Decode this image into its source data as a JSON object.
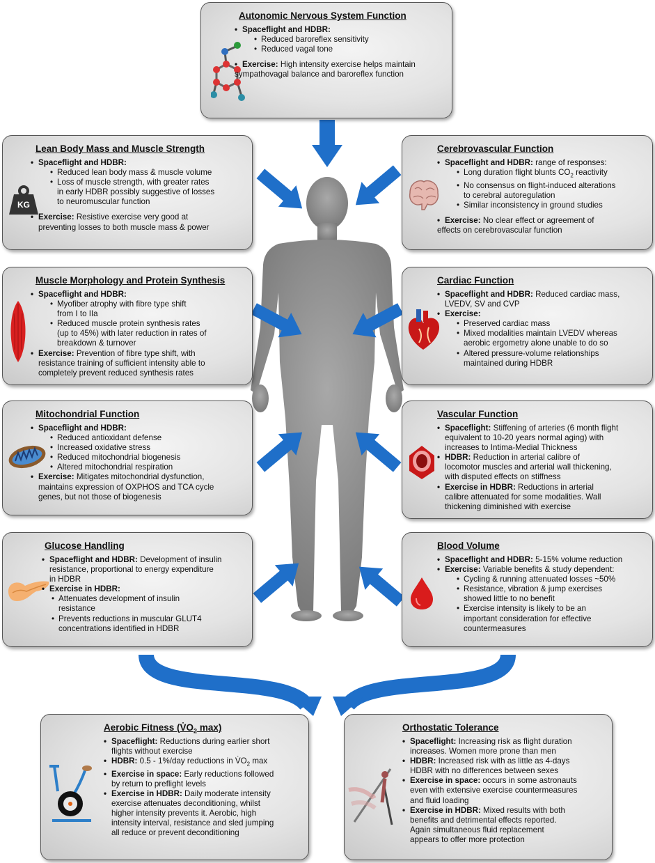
{
  "anf": {
    "title": "Autonomic Nervous System Function",
    "sf_label": "Spaceflight and HDBR:",
    "sf_items": [
      "Reduced baroreflex sensitivity",
      "Reduced vagal tone"
    ],
    "ex_label": "Exercise:",
    "ex_text_1": "High intensity exercise helps maintain",
    "ex_text_2": "sympathovagal balance and baroreflex function"
  },
  "lean": {
    "title": "Lean Body Mass and Muscle Strength",
    "icon_text": "KG",
    "sf_label": "Spaceflight and HDBR:",
    "sf_item_1": "Reduced lean body mass & muscle volume",
    "sf_item_2": [
      "Loss of muscle strength, with greater rates",
      "in early HDBR possibly suggestive of losses",
      "to neuromuscular function"
    ],
    "ex_label": "Exercise:",
    "ex_text_1": "Resistive exercise very good at",
    "ex_text_2": "preventing losses to both muscle mass & power"
  },
  "cerebro": {
    "title": "Cerebrovascular Function",
    "sf_label": "Spaceflight and HDBR:",
    "sf_text": "range of responses:",
    "item_1_a": "Long duration flight blunts CO",
    "item_1_sub": "2",
    "item_1_b": " reactivity",
    "item_2": [
      "No consensus on flight-induced alterations",
      "to cerebral autoregulation"
    ],
    "item_3": "Similar inconsistency in ground studies",
    "ex_label": "Exercise:",
    "ex_text_1": "No clear effect or agreement of",
    "ex_text_2": "effects on cerebrovascular function"
  },
  "morph": {
    "title": "Muscle Morphology and Protein Synthesis",
    "sf_label": "Spaceflight and HDBR:",
    "item_1": [
      "Myofiber atrophy with fibre type shift",
      "from I to IIa"
    ],
    "item_2": [
      "Reduced muscle protein synthesis rates",
      "(up to 45%) with later reduction in rates of",
      "breakdown & turnover"
    ],
    "ex_label": "Exercise:",
    "ex_text_1": "Prevention of fibre type shift, with",
    "ex_text_2": [
      "resistance training of sufficient intensity able to",
      "completely prevent reduced synthesis rates"
    ]
  },
  "cardiac": {
    "title": "Cardiac Function",
    "sf_label": "Spaceflight and HDBR:",
    "sf_text_1": "Reduced cardiac mass,",
    "sf_text_2": "LVEDV, SV and CVP",
    "ex_label": "Exercise:",
    "item_1": "Preserved cardiac mass",
    "item_2": [
      "Mixed modalities maintain LVEDV whereas",
      "aerobic ergometry alone unable to do so"
    ],
    "item_3": [
      "Altered pressure-volume relationships",
      "maintained during HDBR"
    ]
  },
  "mito": {
    "title": "Mitochondrial Function",
    "sf_label": "Spaceflight and HDBR:",
    "sf_items": [
      "Reduced antioxidant defense",
      "Increased oxidative stress",
      "Reduced mitochondrial biogenesis",
      "Altered mitochondrial respiration"
    ],
    "ex_label": "Exercise:",
    "ex_text_1": "Mitigates mitochondrial dysfunction,",
    "ex_text_2": [
      "maintains expression of OXPHOS and TCA cycle",
      "genes, but not those of biogenesis"
    ]
  },
  "vascular": {
    "title": "Vascular Function",
    "sf_label": "Spaceflight:",
    "sf_text_1": "Stiffening of arteries (6 month flight",
    "sf_text_2": [
      "equivalent to 10-20 years normal aging) with",
      "increases to Intima-Medial Thickness"
    ],
    "hdbr_label": "HDBR:",
    "hdbr_text_1": "Reduction in arterial calibre of",
    "hdbr_text_2": [
      "locomotor muscles and arterial wall thickening,",
      "with disputed effects on stiffness"
    ],
    "ex_label": "Exercise in HDBR:",
    "ex_text_1": "Reductions in arterial",
    "ex_text_2": [
      "calibre attenuated for some modalities. Wall",
      "thickening diminished with exercise"
    ]
  },
  "glucose": {
    "title": "Glucose Handling",
    "sf_label": "Spaceflight and HDBR:",
    "sf_text_1": "Development of insulin",
    "sf_text_2": [
      "resistance, proportional to energy expenditure",
      "in HDBR"
    ],
    "ex_label": "Exercise in HDBR:",
    "item_1": [
      "Attenuates development of insulin",
      "resistance"
    ],
    "item_2": [
      "Prevents reductions in muscular GLUT4",
      "concentrations identified in HDBR"
    ]
  },
  "blood": {
    "title": "Blood Volume",
    "sf_label": "Spaceflight and HDBR:",
    "sf_text": "5-15% volume reduction",
    "ex_label": "Exercise:",
    "ex_text": "Variable benefits & study dependent:",
    "item_1": "Cycling & running attenuated losses ~50%",
    "item_2": [
      "Resistance, vibration & jump exercises",
      "showed little to no benefit"
    ],
    "item_3": [
      "Exercise intensity is likely to be an",
      "important consideration for effective",
      "countermeasures"
    ]
  },
  "aerobic": {
    "title_a": "Aerobic Fitness (",
    "title_b": "V̇O",
    "title_sub": "2",
    "title_c": " max)",
    "sf_label": "Spaceflight:",
    "sf_text_1": "Reductions during earlier short",
    "sf_text_2": "flights without exercise",
    "hdbr_label": "HDBR:",
    "hdbr_text_a": "0.5 - 1%/day reductions in ",
    "hdbr_text_b": "V̇O",
    "hdbr_sub": "2",
    "hdbr_text_c": " max",
    "exs_label": "Exercise in space:",
    "exs_text_1": "Early reductions followed",
    "exs_text_2": "by return to preflight levels",
    "exh_label": "Exercise in HDBR:",
    "exh_text_1": "Daily moderate intensity",
    "exh_text_2": [
      "exercise attenuates deconditioning, whilst",
      "higher intensity prevents it. Aerobic, high",
      "intensity interval, resistance and sled jumping",
      "all reduce or prevent deconditioning"
    ]
  },
  "ortho": {
    "title": "Orthostatic Tolerance",
    "sf_label": "Spaceflight:",
    "sf_text_1": "Increasing risk as flight duration",
    "sf_text_2": "increases. Women more prone than men",
    "hdbr_label": "HDBR:",
    "hdbr_text_1": "Increased risk with as little as 4-days",
    "hdbr_text_2": "HDBR with no differences between sexes",
    "exs_label": "Exercise in space:",
    "exs_text_1": "occurs in some astronauts",
    "exs_text_2": [
      "even with extensive exercise countermeasures",
      "and fluid loading"
    ],
    "exh_label": "Exercise in HDBR:",
    "exh_text_1": "Mixed results with both",
    "exh_text_2": [
      "benefits and detrimental effects reported.",
      "Again simultaneous fluid replacement",
      "appears to offer more protection"
    ]
  },
  "colors": {
    "arrow": "#1f6fc9",
    "body": "#8c8c8c",
    "box_border": "#555555"
  }
}
